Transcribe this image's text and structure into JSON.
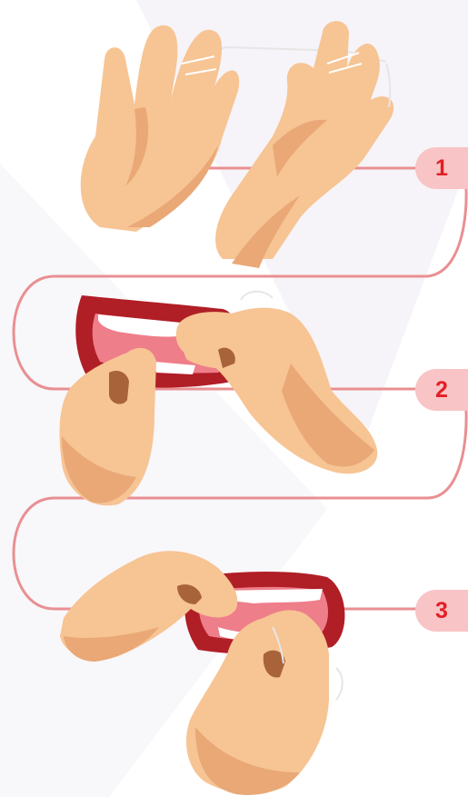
{
  "colors": {
    "skin": "#f7c494",
    "skin_shadow": "#e9a876",
    "skin_dark": "#cf8e5f",
    "lip": "#b01e26",
    "mouth_inner": "#ee7e8a",
    "tooth": "#ffffff",
    "path_line": "#e98f92",
    "badge_bg": "#f8c4c6",
    "badge_text": "#e31e25",
    "floss": "#e6e6e6",
    "background_stripe": "#f6f4f8"
  },
  "steps": [
    {
      "number": "1",
      "illustration": "two-hands-holding-floss"
    },
    {
      "number": "2",
      "illustration": "floss-between-upper-teeth"
    },
    {
      "number": "3",
      "illustration": "floss-between-lower-teeth"
    }
  ]
}
